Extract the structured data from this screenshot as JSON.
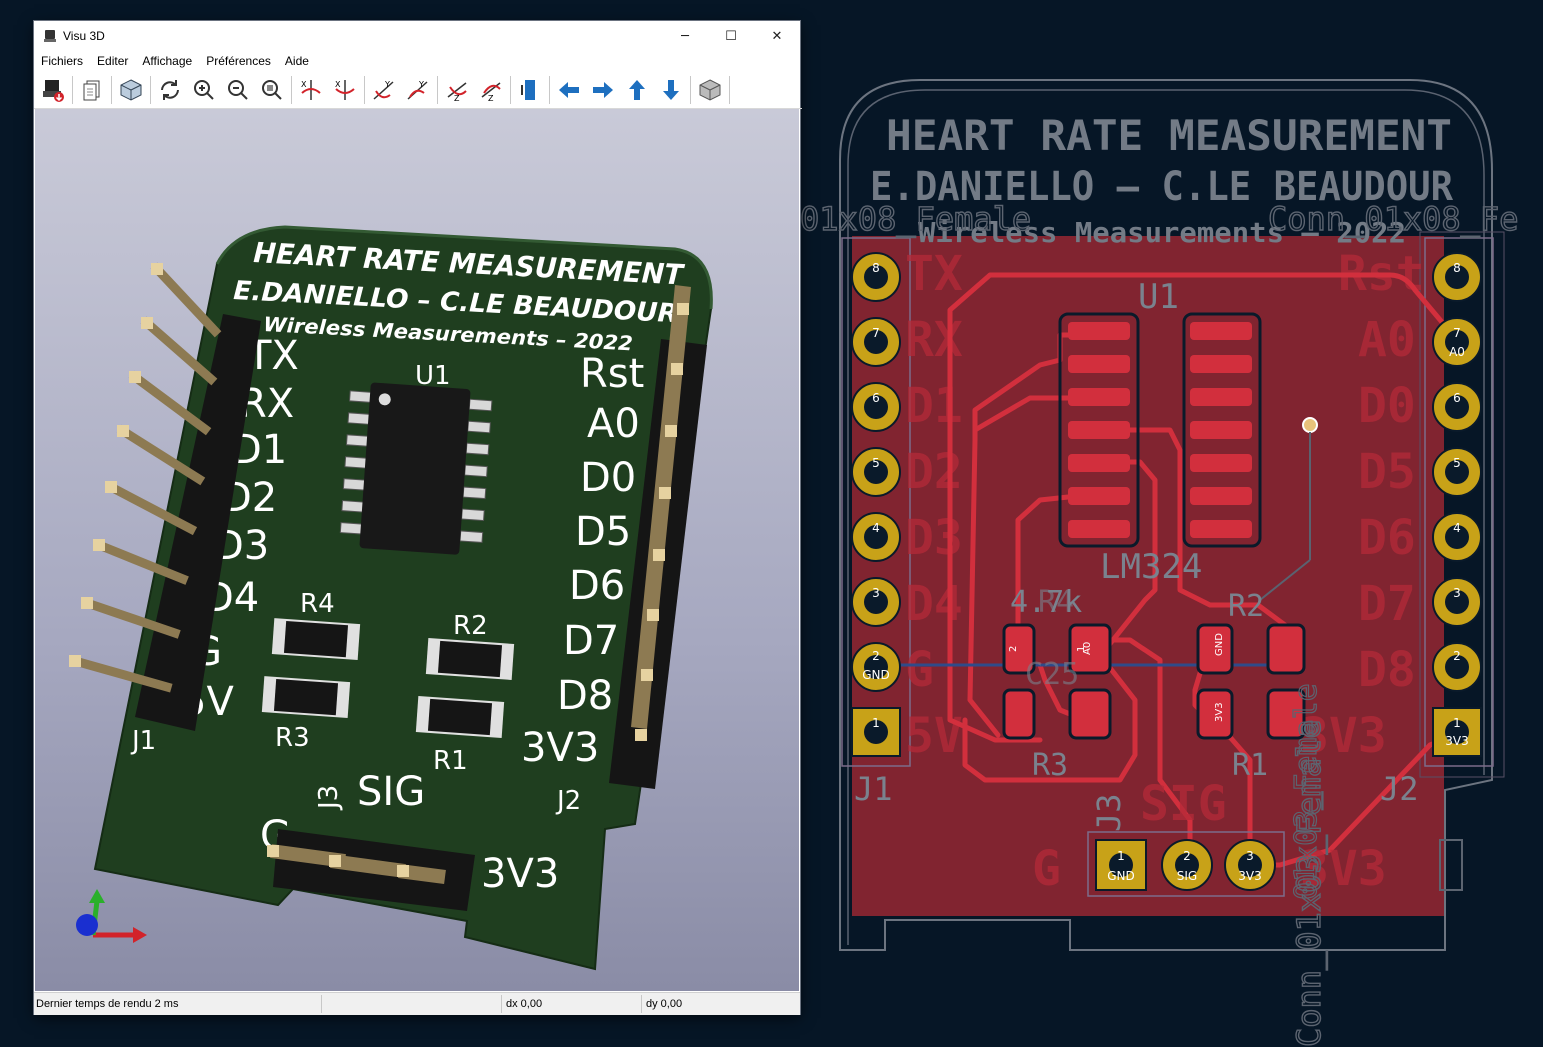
{
  "window": {
    "title": "Visu 3D",
    "controls": {
      "minimize": "─",
      "maximize": "☐",
      "close": "✕"
    }
  },
  "menu": {
    "items": [
      "Fichiers",
      "Editer",
      "Affichage",
      "Préférences",
      "Aide"
    ]
  },
  "toolbar": {
    "buttons": [
      "export-image-icon",
      "copy-clipboard-icon",
      "board-view-icon",
      "reload-icon",
      "zoom-in-icon",
      "zoom-out-icon",
      "zoom-fit-icon",
      "rotate-x-cw-icon",
      "rotate-x-ccw-icon",
      "rotate-y-cw-icon",
      "rotate-y-ccw-icon",
      "rotate-z-cw-icon",
      "rotate-z-ccw-icon",
      "flip-board-icon",
      "pan-left-icon",
      "pan-right-icon",
      "pan-up-icon",
      "pan-down-icon",
      "3d-model-icon"
    ]
  },
  "board3d": {
    "title": "HEART RATE MEASUREMENT",
    "authors": "E.DANIELLO – C.LE BEAUDOUR",
    "subtitle": "Wireless Measurements – 2022",
    "refs": {
      "u1": "U1",
      "r1": "R1",
      "r2": "R2",
      "r3": "R3",
      "r4": "R4",
      "j1": "J1",
      "j2": "J2",
      "j3": "J3"
    },
    "left_pins": [
      "TX",
      "RX",
      "D1",
      "D2",
      "D3",
      "D4",
      "G",
      "5V"
    ],
    "right_pins": [
      "Rst",
      "A0",
      "D0",
      "D5",
      "D6",
      "D7",
      "D8",
      "3V3"
    ],
    "bottom_labels": {
      "sig": "SIG",
      "g": "G",
      "v33": "3V3"
    }
  },
  "statusbar": {
    "render_time": "Dernier temps de rendu 2 ms",
    "dx": "dx 0,00",
    "dy": "dy 0,00"
  },
  "pcb2d": {
    "title": "HEART RATE MEASUREMENT",
    "authors": "E.DANIELLO – C.LE BEAUDOUR",
    "subtitle": "Wireless Measurements – 2022",
    "left_conn_fp": "01x08_Female",
    "right_conn_fp": "Conn_01x08_Fe",
    "bottom_conn_fp": "Conn_01x03_Female",
    "bottom_conn_fp2": "01x03_Female",
    "ic_ref": "U1",
    "ic_value": "LM324",
    "r4_value": "4.7k",
    "r4_ref_ghost": "R4",
    "c_ghost": "C25",
    "r2_ref": "R2",
    "r1_ref": "R1",
    "r3_ref": "R3",
    "j1_ref": "J1",
    "j2_ref": "J2",
    "j3_ref": "J3",
    "sig_label": "SIG",
    "g_label": "G",
    "v33_label": "3V3",
    "left_pads": [
      "8",
      "7",
      "6",
      "5",
      "4",
      "3",
      "2",
      "1"
    ],
    "left_gnd": "GND",
    "right_pads": [
      "8",
      "7",
      "6",
      "5",
      "4",
      "3",
      "2",
      "1"
    ],
    "right_a0": "A0",
    "right_3v3": "3V3",
    "bottom_pads": [
      "1",
      "2",
      "3"
    ],
    "bottom_nets": [
      "GND",
      "SIG",
      "3V3"
    ],
    "ghost_left": [
      "TX",
      "RX",
      "D1",
      "D2",
      "D3",
      "D4",
      "G",
      "5V"
    ],
    "ghost_right": [
      "Rst",
      "A0",
      "D0",
      "D5",
      "D6",
      "D7",
      "D8",
      "3V3"
    ],
    "pad_nets": {
      "r4a": "A0",
      "r2a": "GND",
      "r1a": "3V3",
      "p2": "2",
      "p1": "1"
    }
  }
}
